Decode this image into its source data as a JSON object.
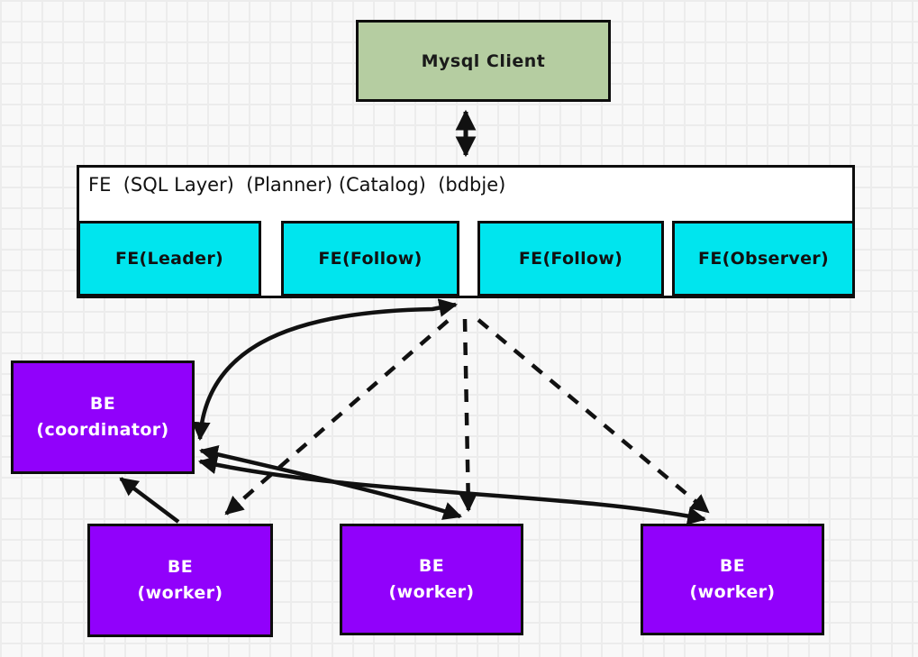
{
  "diagram": {
    "client": {
      "label": "Mysql Client"
    },
    "fe": {
      "header": "FE  (SQL Layer)  (Planner) (Catalog)  (bdbje)",
      "nodes": [
        {
          "label": "FE(Leader)"
        },
        {
          "label": "FE(Follow)"
        },
        {
          "label": "FE(Follow)"
        },
        {
          "label": "FE(Observer)"
        }
      ]
    },
    "be": {
      "coordinator": {
        "line1": "BE",
        "line2": "(coordinator)"
      },
      "workers": [
        {
          "line1": "BE",
          "line2": "(worker)"
        },
        {
          "line1": "BE",
          "line2": "(worker)"
        },
        {
          "line1": "BE",
          "line2": "(worker)"
        }
      ]
    },
    "edges": [
      {
        "from": "mysql-client",
        "to": "fe-container",
        "style": "solid",
        "bidirectional": true
      },
      {
        "from": "be-coordinator",
        "to": "fe-container",
        "style": "solid-curve",
        "bidirectional": true
      },
      {
        "from": "be-coordinator",
        "to": "be-worker-2",
        "style": "solid",
        "bidirectional": true
      },
      {
        "from": "be-coordinator",
        "to": "be-worker-3",
        "style": "solid",
        "bidirectional": true
      },
      {
        "from": "be-worker-1",
        "to": "be-coordinator",
        "style": "solid",
        "bidirectional": false
      },
      {
        "from": "fe-container",
        "to": "be-worker-1",
        "style": "dashed",
        "bidirectional": false
      },
      {
        "from": "fe-container",
        "to": "be-worker-2",
        "style": "dashed",
        "bidirectional": false
      },
      {
        "from": "fe-container",
        "to": "be-worker-3",
        "style": "dashed",
        "bidirectional": false
      }
    ],
    "colors": {
      "client_fill": "#b5cda1",
      "fe_container_fill": "#ffffff",
      "fe_node_fill": "#00e5ee",
      "be_fill": "#9101fb",
      "be_text": "#ffffff",
      "border": "#0d0d0d",
      "arrow": "#111111",
      "background": "#f8f8f8",
      "grid_line": "#ececec"
    }
  }
}
